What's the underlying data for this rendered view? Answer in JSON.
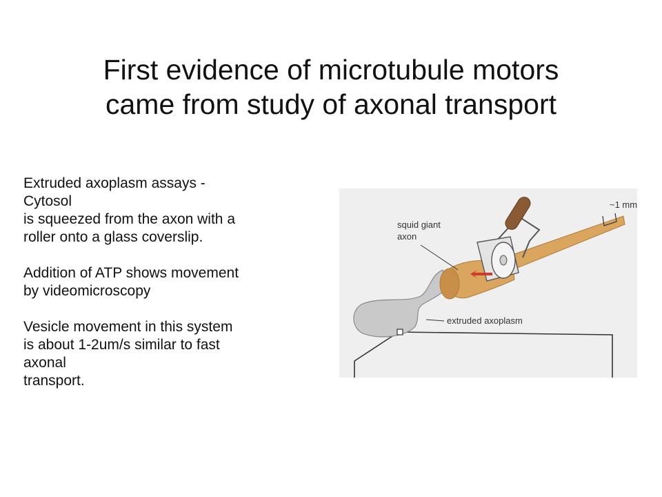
{
  "title": {
    "line1": "First evidence of microtubule motors",
    "line2": "came from study of axonal transport"
  },
  "body": {
    "para1": [
      "Extruded axoplasm assays -",
      "Cytosol",
      "is squeezed from the axon with a",
      "roller onto a glass coverslip."
    ],
    "para2": [
      "Addition of ATP shows movement",
      "by videomicroscopy"
    ],
    "para3": [
      "Vesicle movement in this system",
      "is about 1-2um/s similar to fast",
      "axonal",
      "transport."
    ]
  },
  "figure": {
    "label_scale": "~1 mm",
    "label_axon_line1": "squid giant",
    "label_axon_line2": "axon",
    "label_extruded": "extruded axoplasm"
  },
  "colors": {
    "axon": "#d9a55f",
    "axon_dark": "#b07a38",
    "axoplasm": "#c9c9c9",
    "handle": "#8a5a34",
    "arrow": "#d23a2a"
  }
}
